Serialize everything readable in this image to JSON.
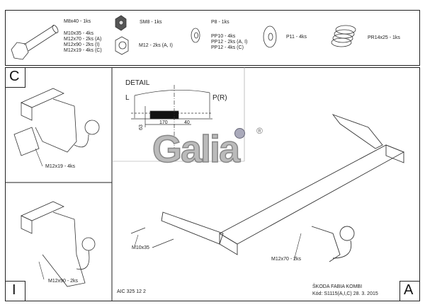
{
  "parts": {
    "bolt": [
      "M8x40 - 1ks",
      "M10x35 - 4ks",
      "M12x70 - 2ks (A)",
      "M12x90 - 2ks (I)",
      "M12x19 - 4ks (C)"
    ],
    "nut_sm8": "SM8 - 1ks",
    "nut_m12": "M12 - 2ks (A, I)",
    "washer_p8": "P8 - 1ks",
    "washer_pp": [
      "PP10 - 4ks",
      "PP12 - 2ks (A, I)",
      "PP12 - 4ks (C)"
    ],
    "washer_p11": "P11 - 4ks",
    "spring": "PR14x25 - 1ks"
  },
  "views": {
    "c": "C",
    "i": "I",
    "a": "A"
  },
  "detail": {
    "title": "DETAIL",
    "left": "L",
    "right": "P(R)",
    "dim_height": "63",
    "dim_a": "170",
    "dim_b": "40"
  },
  "callouts": {
    "c_bolt": "M12x19 - 4ks",
    "i_bolt": "M12x90 - 2ks",
    "a_bolt1": "M10x35",
    "a_bolt2": "M12x70 - 2ks"
  },
  "logo": {
    "text": "Galia",
    "mark": "®"
  },
  "footer": {
    "drawing_no": "AIC 325 12 2",
    "model": "ŠKODA FABIA KOMBI",
    "code": "Kód: S1115(A,I,C)  28. 3. 2015"
  }
}
